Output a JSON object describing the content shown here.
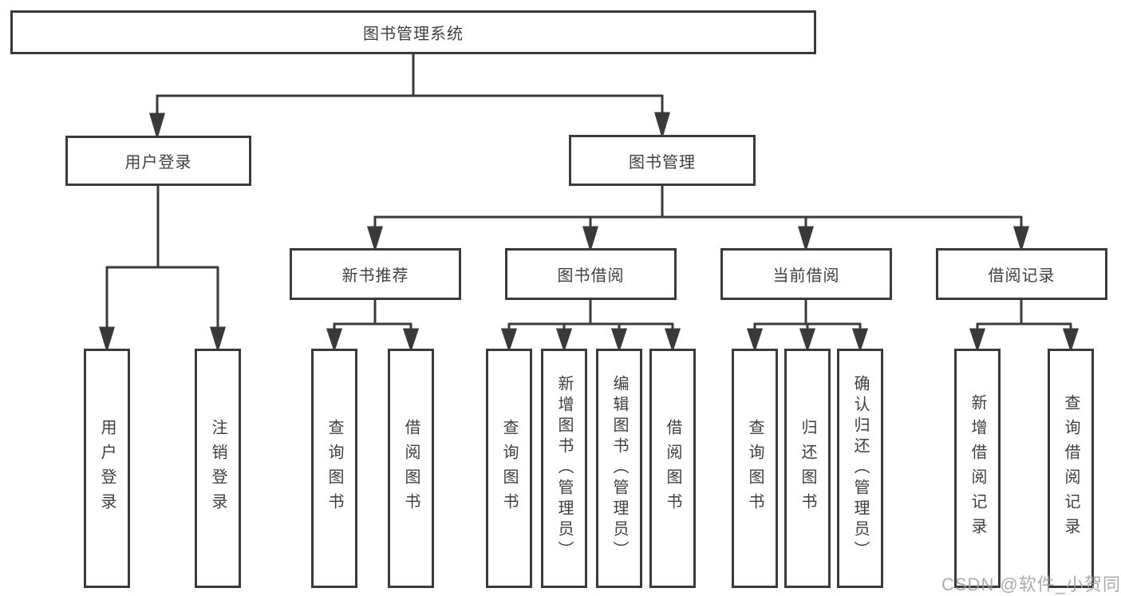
{
  "diagram": {
    "root": "图书管理系统",
    "level2": {
      "user_login": "用户登录",
      "book_mgmt": "图书管理"
    },
    "level3": {
      "new_books": "新书推荐",
      "borrowing": "图书借阅",
      "current": "当前借阅",
      "records": "借阅记录"
    },
    "leaves": {
      "ul_login": "用户登录",
      "ul_logout": "注销登录",
      "nb_query": "查询图书",
      "nb_borrow": "借阅图书",
      "bb_query": "查询图书",
      "bb_add": "新增图书（管理员）",
      "bb_edit": "编辑图书（管理员）",
      "bb_borrow": "借阅图书",
      "cb_query": "查询图书",
      "cb_return": "归还图书",
      "cb_confirm": "确认归还（管理员）",
      "br_add": "新增借阅记录",
      "br_query": "查询借阅记录"
    }
  },
  "watermark": "CSDN @软件_小贺同学",
  "colors": {
    "line": "#3a3a3a",
    "text": "#3f3f3f",
    "background": "#ffffff",
    "watermark": "#989da4"
  }
}
